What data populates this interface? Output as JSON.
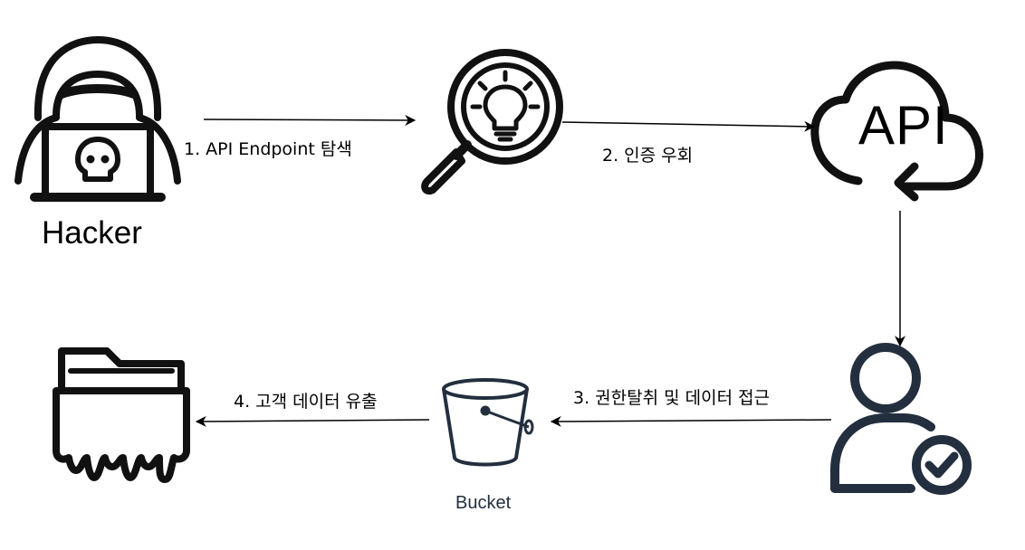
{
  "nodes": {
    "hacker": {
      "label": "Hacker"
    },
    "api": {
      "label": "API"
    },
    "bucket": {
      "label": "Bucket"
    }
  },
  "edges": [
    {
      "label": "1. API Endpoint 탐색"
    },
    {
      "label": "2. 인증 우회"
    },
    {
      "label": "3. 권한탈취 및 데이터 접근"
    },
    {
      "label": "4. 고객 데이터 유출"
    }
  ],
  "icons": {
    "hacker": "hacker-icon",
    "discovery": "magnifier-lightbulb-icon",
    "api": "api-cloud-icon",
    "user": "verified-user-icon",
    "bucket": "bucket-icon",
    "folder": "leaking-folder-icon"
  },
  "colors": {
    "stroke": "#000000",
    "icon_fill": "#111111",
    "bucket_stroke": "#232f3e",
    "background": "#ffffff"
  }
}
